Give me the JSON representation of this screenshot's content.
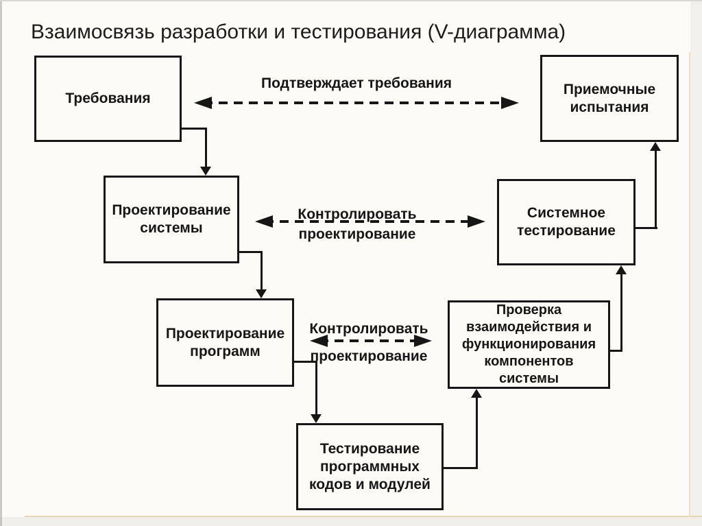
{
  "page": {
    "title": "Взаимосвязь разработки и тестирования (V-диаграмма)"
  },
  "diagram": {
    "boxes": [
      {
        "id": "requirements",
        "label": "Требования"
      },
      {
        "id": "system-design",
        "label": "Проектирование\nсистемы"
      },
      {
        "id": "program-design",
        "label": "Проектирование\nпрограмм"
      },
      {
        "id": "code-testing",
        "label": "Тестирование\nпрограммных\nкодов и модулей"
      },
      {
        "id": "integration-testing",
        "label": "Проверка\nвзаимодействия и\nфункционирования\nкомпонентов\nсистемы"
      },
      {
        "id": "system-testing",
        "label": "Системное\nтестирование"
      },
      {
        "id": "acceptance-testing",
        "label": "Приемочные\nиспытания"
      }
    ],
    "dashed_links": [
      {
        "id": "confirm-requirements",
        "style": "dashed-double-arrow",
        "from": "requirements",
        "to": "acceptance-testing",
        "label": "Подтверждает требования"
      },
      {
        "id": "control-design-upper",
        "style": "dashed-double-arrow",
        "from": "system-design",
        "to": "system-testing",
        "label_top": "Контролировать",
        "label_bottom": "проектирование"
      },
      {
        "id": "control-design-lower",
        "style": "dashed-double-arrow",
        "from": "program-design",
        "to": "integration-testing",
        "label_top": "Контролировать",
        "label_bottom": "проектирование"
      }
    ],
    "flow_arrows": [
      {
        "from": "requirements",
        "to": "system-design"
      },
      {
        "from": "system-design",
        "to": "program-design"
      },
      {
        "from": "program-design",
        "to": "code-testing"
      },
      {
        "from": "code-testing",
        "to": "integration-testing"
      },
      {
        "from": "integration-testing",
        "to": "system-testing"
      },
      {
        "from": "system-testing",
        "to": "acceptance-testing"
      }
    ],
    "colors": {
      "ink": "#161616",
      "background": "#fcfbf8",
      "scan_line": "#e7d5b5"
    }
  }
}
